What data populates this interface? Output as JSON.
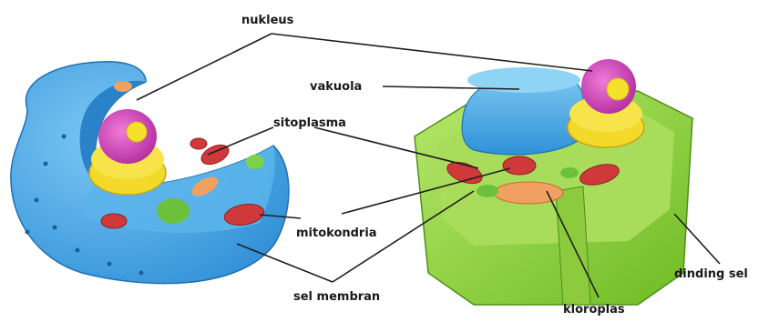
{
  "labels": {
    "nucleus": "nukleus",
    "vacuole": "vakuola",
    "cytoplasm": "sitoplasma",
    "mitochondria": "mitokondria",
    "cell_membrane": "sel membran",
    "cell_wall": "dinding sel",
    "chloroplast": "kloroplas"
  },
  "colors": {
    "animal_cell": "#3a9ee0",
    "plant_cell_wall": "#8fd23a",
    "vacuole": "#4aa9e6",
    "nucleus": "#d44ac8",
    "nucleolus": "#f5e02a",
    "mitochondria": "#d0393a",
    "chloroplast": "#f0a060"
  }
}
